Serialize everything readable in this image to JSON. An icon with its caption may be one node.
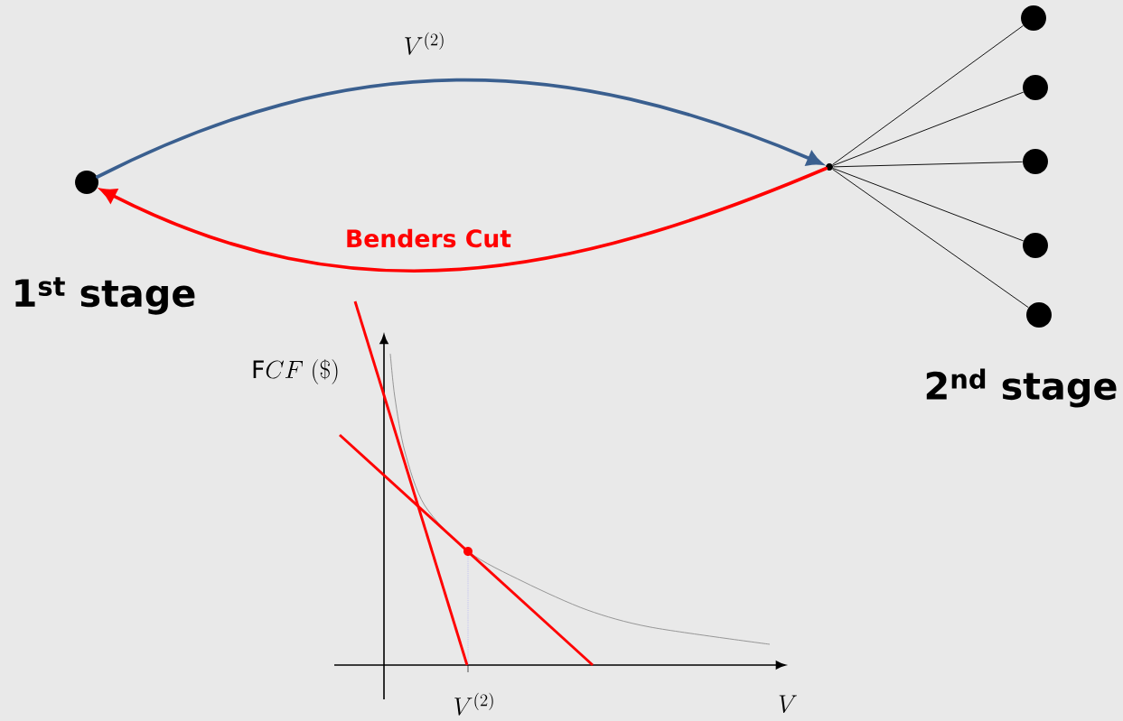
{
  "diagram": {
    "nodes": [
      {
        "text": [],
        "shape": "circle",
        "beside": [
          "1$^{st}$ stage"
        ]
      },
      {
        "text": [],
        "shape": "circle"
      },
      {
        "text": [],
        "shape": "circle"
      },
      {
        "text": [],
        "shape": "circle"
      },
      {
        "text": [],
        "shape": "circle"
      },
      {
        "text": [],
        "shape": "circle"
      },
      {
        "text": [],
        "shape": "circle"
      }
    ],
    "edges": [
      {
        "from": 0,
        "to": 1,
        "arrow": "to",
        "label": "V^{(2)}",
        "style": "thick",
        "color": "#3a5f8f"
      },
      {
        "from": 1,
        "to": 0,
        "arrow": "to",
        "label": "Benders Cut",
        "style": "thick",
        "color": "#ff0000"
      },
      {
        "from": 1,
        "to": 2,
        "arrow": "none"
      },
      {
        "from": 1,
        "to": 3,
        "arrow": "none"
      },
      {
        "from": 1,
        "to": 4,
        "arrow": "none"
      },
      {
        "from": 1,
        "to": 5,
        "arrow": "none"
      },
      {
        "from": 1,
        "to": 6,
        "arrow": "none"
      }
    ],
    "labels": [
      "2$^{nd}$ stage",
      "\\mathrm{F}CF\\;(\\$)",
      "V^{(2)}",
      "V"
    ]
  }
}
